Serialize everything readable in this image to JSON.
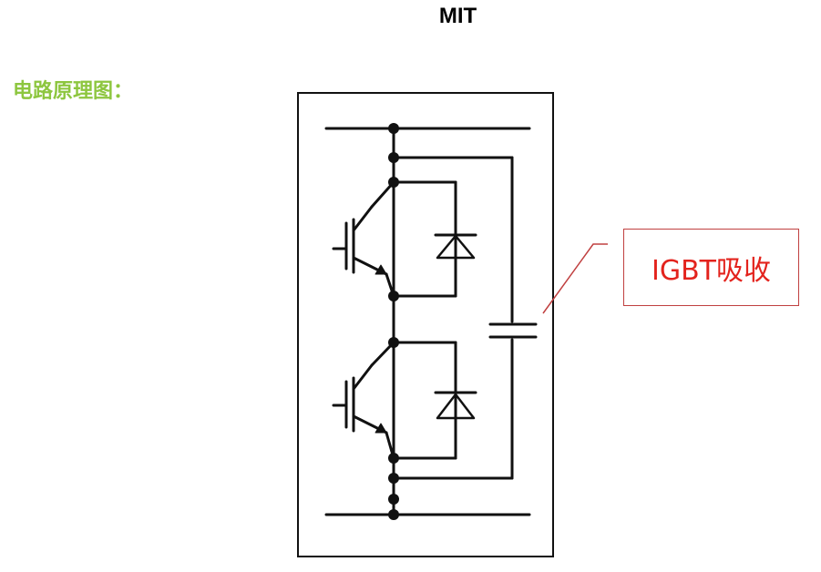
{
  "title": "MIT",
  "section_label": "电路原理图：",
  "callout": {
    "label": "IGBT吸收"
  },
  "colors": {
    "section_label": "#8dc63f",
    "callout_text": "#e3231d",
    "callout_border": "#c04040",
    "wire": "#111111"
  }
}
